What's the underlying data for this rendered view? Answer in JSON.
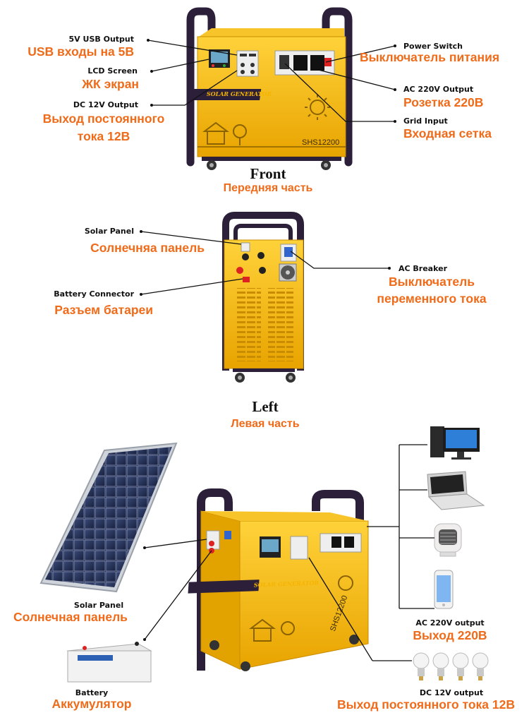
{
  "front": {
    "title_en": "Front",
    "title_ru": "Передняя часть",
    "usb_en": "5V USB Output",
    "usb_ru": "USB входы на 5В",
    "lcd_en": "LCD Screen",
    "lcd_ru": "ЖК экран",
    "dc_en": "DC 12V Output",
    "dc_ru_1": "Выход постоянного",
    "dc_ru_2": "тока 12В",
    "power_en": "Power Switch",
    "power_ru": "Выключатель питания",
    "ac_en": "AC 220V Output",
    "ac_ru": "Розетка 220В",
    "grid_en": "Grid Input",
    "grid_ru": "Входная сетка",
    "panel_label": "SOLAR GENERATOR",
    "model": "SHS12200"
  },
  "left": {
    "title_en": "Left",
    "title_ru": "Левая часть",
    "solar_en": "Solar Panel",
    "solar_ru": "Солнечняа панель",
    "battery_en": "Battery Connector",
    "battery_ru": "Разъем батареи",
    "breaker_en": "AC Breaker",
    "breaker_ru_1": "Выключатель",
    "breaker_ru_2": "переменного тока"
  },
  "system": {
    "solar_en": "Solar Panel",
    "solar_ru": "Солнечная панель",
    "battery_en": "Battery",
    "battery_ru": "Аккумулятор",
    "ac_out_en": "AC 220V output",
    "ac_out_ru": "Выход 220В",
    "dc_out_en": "DC 12V output",
    "dc_out_ru": "Выход постоянного тока 12В",
    "panel_label": "SOLAR GENERATOR",
    "model": "SHS12200"
  },
  "colors": {
    "accent": "#ef6b1a",
    "case": "#f5b400",
    "frame": "#2b1f3a"
  }
}
